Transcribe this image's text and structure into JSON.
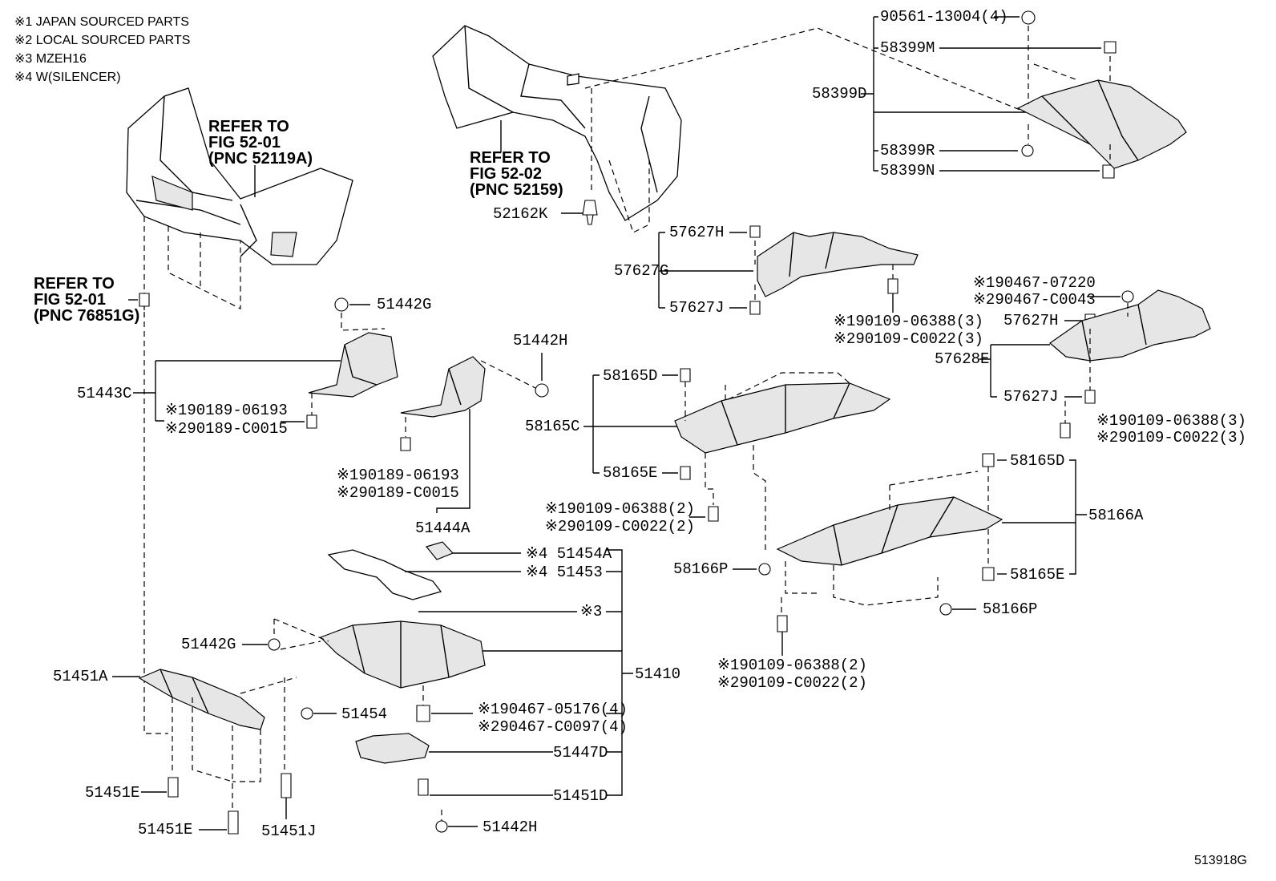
{
  "notes": [
    "※1 JAPAN SOURCED PARTS",
    "※2 LOCAL SOURCED PARTS",
    "※3 MZEH16",
    "※4 W(SILENCER)"
  ],
  "refs": {
    "front_bumper": [
      "REFER TO",
      "FIG 52-01",
      "(PNC 52119A)"
    ],
    "rear_bumper": [
      "REFER TO",
      "FIG 52-02",
      "(PNC 52159)"
    ],
    "fender_liner": [
      "REFER TO",
      "FIG 52-01",
      "(PNC 76851G)"
    ]
  },
  "labels": {
    "p90561": "90561-13004(4)",
    "p58399M": "58399M",
    "p58399D": "58399D",
    "p58399R": "58399R",
    "p58399N": "58399N",
    "p52162K": "52162K",
    "p57627H_a": "57627H",
    "p57627G": "57627G",
    "p57627J_a": "57627J",
    "p90109_06388_3a": "※190109-06388(3)",
    "p90109_C0022_3a": "※290109-C0022(3)",
    "p90467_07220": "※190467-07220",
    "p90467_C0043": "※290467-C0043",
    "p57627H_b": "57627H",
    "p57628E": "57628E",
    "p57627J_b": "57627J",
    "p90109_06388_3b": "※190109-06388(3)",
    "p90109_C0022_3b": "※290109-C0022(3)",
    "p51442G_a": "51442G",
    "p51443C": "51443C",
    "p90189_06193_a": "※190189-06193",
    "p90189_C0015_a": "※290189-C0015",
    "p51442H_a": "51442H",
    "p90189_06193_b": "※190189-06193",
    "p90189_C0015_b": "※290189-C0015",
    "p51444A": "51444A",
    "p58165D_a": "58165D",
    "p58165C": "58165C",
    "p58165E_a": "58165E",
    "p90109_06388_2a": "※190109-06388(2)",
    "p90109_C0022_2a": "※290109-C0022(2)",
    "p58166P_a": "58166P",
    "p58165D_b": "58165D",
    "p58166A": "58166A",
    "p58165E_b": "58165E",
    "p58166P_b": "58166P",
    "p90109_06388_2b": "※190109-06388(2)",
    "p90109_C0022_2b": "※290109-C0022(2)",
    "p51454A": "※4 51454A",
    "p51453": "※4 51453",
    "p_mark3": "※3",
    "p51442G_b": "51442G",
    "p51410": "51410",
    "p51451A": "51451A",
    "p51454": "51454",
    "p90467_05176": "※190467-05176(4)",
    "p90467_C0097": "※290467-C0097(4)",
    "p51447D": "51447D",
    "p51451E_a": "51451E",
    "p51451D": "51451D",
    "p51451E_b": "51451E",
    "p51451J": "51451J",
    "p51442H_b": "51442H"
  },
  "diagram_id": "513918G"
}
